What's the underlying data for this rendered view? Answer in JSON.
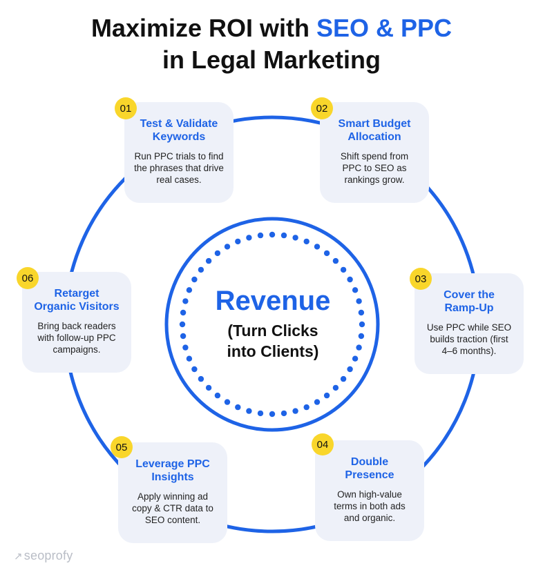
{
  "title": {
    "line1_prefix": "Maximize ROI with ",
    "line1_accent": "SEO & PPC",
    "line2": "in Legal Marketing"
  },
  "center": {
    "title": "Revenue",
    "subtitle_line1": "(Turn Clicks",
    "subtitle_line2": "into Clients)"
  },
  "steps": [
    {
      "number": "01",
      "title_line1": "Test & Validate",
      "title_line2": "Keywords",
      "desc_line1": "Run PPC trials to find",
      "desc_line2": "the phrases that drive",
      "desc_line3": "real cases."
    },
    {
      "number": "02",
      "title_line1": "Smart Budget",
      "title_line2": "Allocation",
      "desc_line1": "Shift spend from",
      "desc_line2": "PPC to SEO as",
      "desc_line3": "rankings grow."
    },
    {
      "number": "03",
      "title_line1": "Cover the",
      "title_line2": "Ramp-Up",
      "desc_line1": "Use PPC while SEO",
      "desc_line2": "builds traction (first",
      "desc_line3": "4–6 months)."
    },
    {
      "number": "04",
      "title_line1": "Double",
      "title_line2": "Presence",
      "desc_line1": "Own high-value",
      "desc_line2": "terms in both ads",
      "desc_line3": "and organic."
    },
    {
      "number": "05",
      "title_line1": "Leverage PPC",
      "title_line2": "Insights",
      "desc_line1": "Apply winning ad",
      "desc_line2": "copy & CTR data to",
      "desc_line3": "SEO content."
    },
    {
      "number": "06",
      "title_line1": "Retarget",
      "title_line2": "Organic Visitors",
      "desc_line1": "Bring back readers",
      "desc_line2": "with follow-up PPC",
      "desc_line3": "campaigns."
    }
  ],
  "brand": {
    "icon": "arrow-up-right-icon",
    "name": "seoprofy"
  },
  "colors": {
    "accent": "#1e63e6",
    "badge": "#f9d62b",
    "card": "#eef1f9",
    "text": "#111111"
  }
}
